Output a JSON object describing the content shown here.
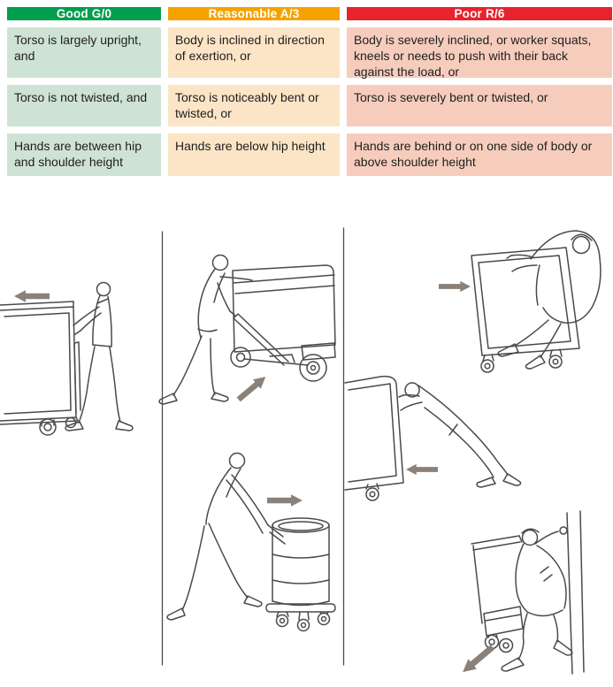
{
  "theme": {
    "good-header": "#009E4D",
    "good-cell": "#CFE3D4",
    "reasonable-header": "#F5A200",
    "reasonable-cell": "#FBE5C6",
    "poor-header": "#E8232D",
    "poor-cell": "#F6CDBD",
    "header-text": "#FFFFFF",
    "body-text": "#1E1E1C",
    "line-art": "#4A4A48",
    "arrow": "#8B8178"
  },
  "table": {
    "columns": [
      {
        "id": "good",
        "header": "Good G/0",
        "cells": [
          "Torso is largely upright, and",
          "Torso is not twisted, and",
          "Hands are between hip and shoulder height"
        ]
      },
      {
        "id": "reasonable",
        "header": "Reasonable A/3",
        "cells": [
          "Body is inclined in direction of exertion, or",
          "Torso is noticeably bent or twisted, or",
          "Hands are below hip height"
        ]
      },
      {
        "id": "poor",
        "header": "Poor R/6",
        "cells": [
          "Body is severely inclined, or worker squats, kneels or needs to push with their back against the load, or",
          "Torso is severely bent or twisted, or",
          "Hands are behind or on one side of body or above shoulder height"
        ]
      }
    ]
  },
  "illustrations": {
    "panels": [
      {
        "id": "good-upright-push",
        "column": "good",
        "subject": "worker upright pushing trolley",
        "arrow_direction": "left"
      },
      {
        "id": "reasonable-inclined-pull",
        "column": "reasonable",
        "subject": "worker inclined steering platform truck by drawbar",
        "arrow_direction": "up-right"
      },
      {
        "id": "reasonable-drum-push",
        "column": "reasonable",
        "subject": "worker pushing drum dolly with hands below hip height",
        "arrow_direction": "right"
      },
      {
        "id": "poor-lean-over-cart",
        "column": "poor",
        "subject": "worker draped over cart pulling it along",
        "arrow_direction": "right"
      },
      {
        "id": "poor-severely-inclined-push",
        "column": "poor",
        "subject": "worker severely inclined pushing cart",
        "arrow_direction": "left"
      },
      {
        "id": "poor-squat-pull",
        "column": "poor",
        "subject": "worker squatting to drag cart while gripping post",
        "arrow_direction": "down-left"
      }
    ]
  }
}
